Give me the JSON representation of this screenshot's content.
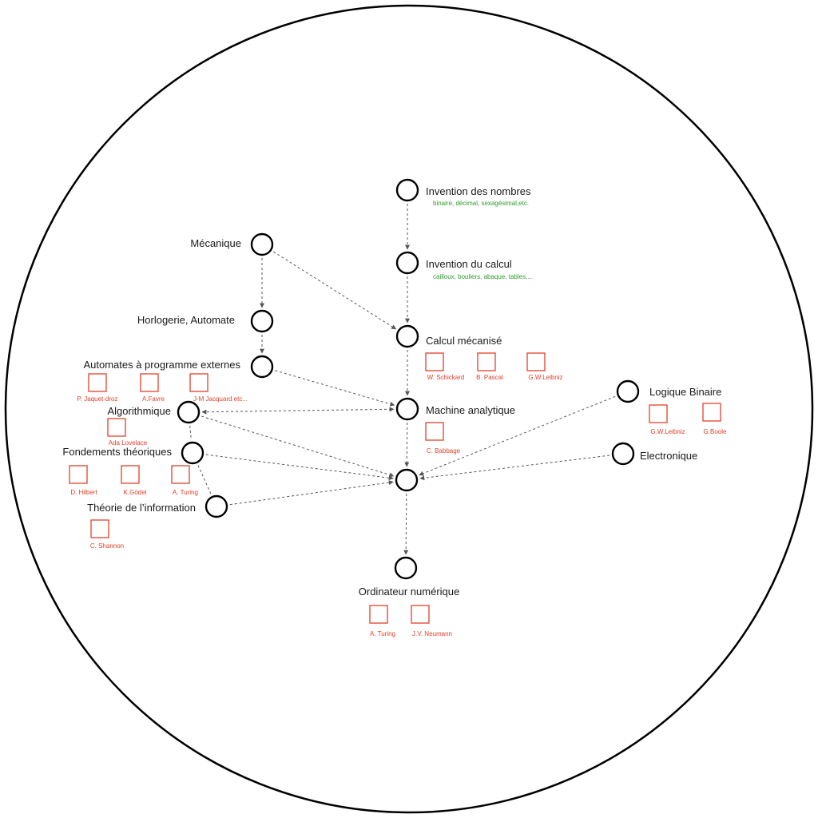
{
  "colors": {
    "stroke": "#000000",
    "person": "#e0412a",
    "subtitle": "#2e9b2e",
    "edge": "#555555"
  },
  "nodes": [
    {
      "id": "nombres",
      "label": "Invention des nombres",
      "sub": "binaire, décimal, sexagésimal,etc."
    },
    {
      "id": "calcul",
      "label": "Invention du calcul",
      "sub": "cailloux, bouliers, abaque, tables,..."
    },
    {
      "id": "mecanique",
      "label": "Mécanique"
    },
    {
      "id": "horlogerie",
      "label": "Horlogerie, Automate"
    },
    {
      "id": "calcmec",
      "label": "Calcul mécanisé",
      "people": [
        "W. Schickard",
        "B. Pascal",
        "G.W.Leibniz"
      ]
    },
    {
      "id": "automates",
      "label": "Automates à programme externes",
      "people": [
        "P. Jaquet-droz",
        "A.Favre",
        "J-M Jacquard etc..."
      ]
    },
    {
      "id": "machine",
      "label": "Machine analytique",
      "people": [
        "C. Babbage"
      ]
    },
    {
      "id": "algo",
      "label": "Algorithmique",
      "people": [
        "Ada Lovelace"
      ]
    },
    {
      "id": "logique",
      "label": "Logique Binaire",
      "people": [
        "G.W.Leibniz",
        "G.Boole"
      ]
    },
    {
      "id": "fondements",
      "label": "Fondements théoriques",
      "people": [
        "D. Hilbert",
        "K.Gödel",
        "A. Turing"
      ]
    },
    {
      "id": "electronique",
      "label": "Electronique"
    },
    {
      "id": "hub",
      "label": ""
    },
    {
      "id": "info",
      "label": "Théorie de l’information",
      "people": [
        "C. Shannon"
      ]
    },
    {
      "id": "ordinateur",
      "label": "Ordinateur numérique",
      "people": [
        "A. Turing",
        "J.V. Neumann"
      ]
    }
  ],
  "edges": [
    {
      "from": "nombres",
      "to": "calcul",
      "arrow": "end"
    },
    {
      "from": "calcul",
      "to": "calcmec",
      "arrow": "end"
    },
    {
      "from": "mecanique",
      "to": "horlogerie",
      "arrow": "end"
    },
    {
      "from": "mecanique",
      "to": "calcmec",
      "arrow": "end"
    },
    {
      "from": "horlogerie",
      "to": "automates",
      "arrow": "end"
    },
    {
      "from": "automates",
      "to": "machine",
      "arrow": "end"
    },
    {
      "from": "calcmec",
      "to": "machine",
      "arrow": "end"
    },
    {
      "from": "algo",
      "to": "machine",
      "arrow": "both"
    },
    {
      "from": "machine",
      "to": "hub",
      "arrow": "end"
    },
    {
      "from": "algo",
      "to": "hub",
      "arrow": "end"
    },
    {
      "from": "algo",
      "to": "fondements",
      "arrow": "none"
    },
    {
      "from": "fondements",
      "to": "hub",
      "arrow": "end"
    },
    {
      "from": "fondements",
      "to": "info",
      "arrow": "none"
    },
    {
      "from": "info",
      "to": "hub",
      "arrow": "end"
    },
    {
      "from": "logique",
      "to": "hub",
      "arrow": "end"
    },
    {
      "from": "electronique",
      "to": "hub",
      "arrow": "end"
    },
    {
      "from": "hub",
      "to": "ordinateur",
      "arrow": "end"
    }
  ]
}
